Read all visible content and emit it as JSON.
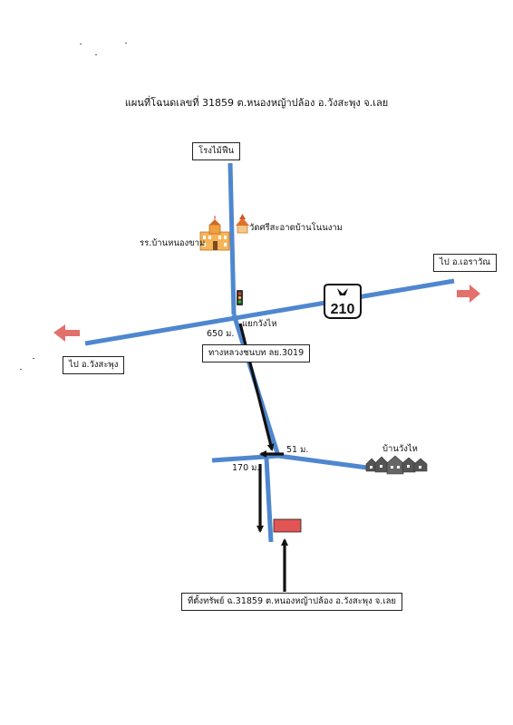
{
  "title": "แผนที่โฉนดเลขที่ 31859 ต.หนองหญ้าปล้อง อ.วังสะพุง จ.เลย",
  "places": {
    "sawmill": "โรงไม้ฟืน",
    "temple": "วัดศรีสะอาดบ้านโนนงาม",
    "school": "รร.บ้านหนองขาม",
    "junction": "แยกวังไห",
    "village": "บ้านวังไห"
  },
  "directions": {
    "to_erawan": "ไป อ.เอราวัณ",
    "to_wangsaphung": "ไป อ.วังสะพุง"
  },
  "roads": {
    "rural_road": "ทางหลวงชนบท ลย.3019",
    "highway_number": "210"
  },
  "distances": {
    "d1": "650 ม.",
    "d2": "51 ม.",
    "d3": "170 ม."
  },
  "property_label": "ที่ตั้งทรัพย์ ฉ.31859 ต.หนองหญ้าปล้อง อ.วังสะพุง จ.เลย",
  "colors": {
    "road": "#4f87cf",
    "route_arrow": "#111111",
    "direction_arrow": "#e4706b",
    "property": "#e25555"
  },
  "icons": [
    "school-building-icon",
    "temple-icon",
    "traffic-light-icon",
    "village-houses-icon",
    "highway-shield-icon"
  ]
}
